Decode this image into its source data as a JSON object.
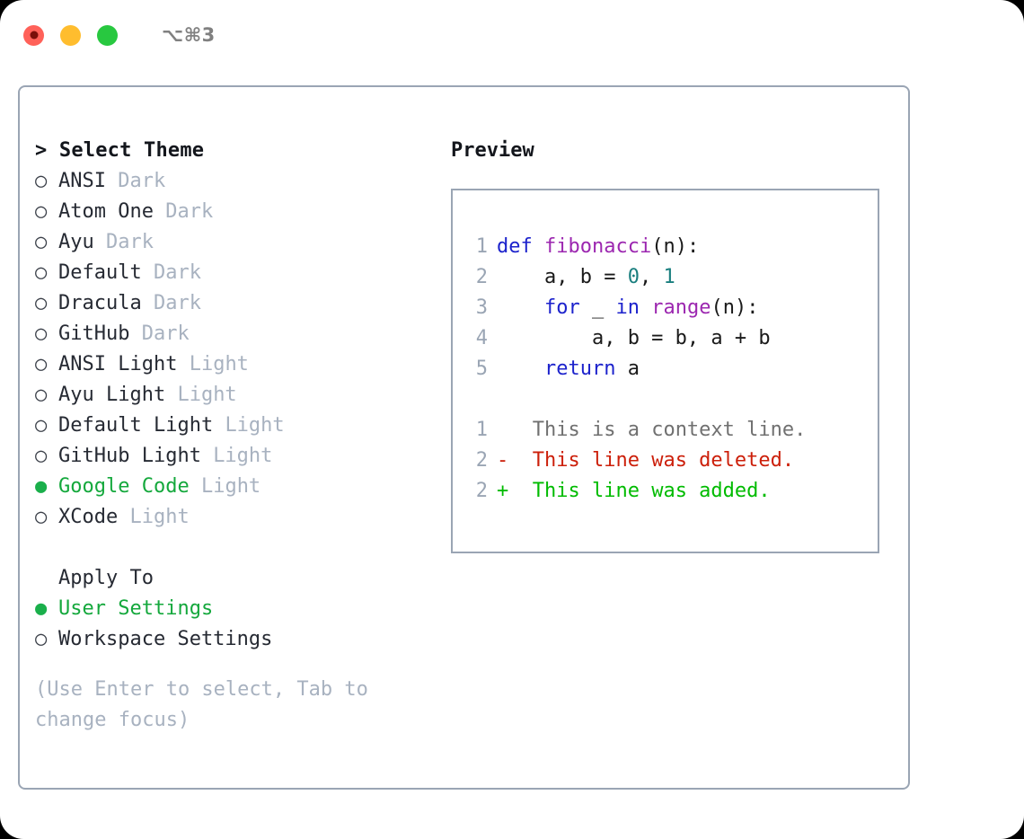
{
  "titlebar": {
    "shortcut": "⌥⌘3",
    "lights": [
      {
        "name": "close-button",
        "color": "#ff6159",
        "recording": true
      },
      {
        "name": "minimize-button",
        "color": "#ffbd2e",
        "recording": false
      },
      {
        "name": "maximize-button",
        "color": "#28c840",
        "recording": false
      }
    ]
  },
  "left": {
    "header_prompt": "> ",
    "header": "Select Theme",
    "bullet_empty": "○ ",
    "bullet_filled": "● ",
    "themes": [
      {
        "name": "ANSI",
        "kind": "Dark",
        "selected": false
      },
      {
        "name": "Atom One",
        "kind": "Dark",
        "selected": false
      },
      {
        "name": "Ayu",
        "kind": "Dark",
        "selected": false
      },
      {
        "name": "Default",
        "kind": "Dark",
        "selected": false
      },
      {
        "name": "Dracula",
        "kind": "Dark",
        "selected": false
      },
      {
        "name": "GitHub",
        "kind": "Dark",
        "selected": false
      },
      {
        "name": "ANSI Light",
        "kind": "Light",
        "selected": false
      },
      {
        "name": "Ayu Light",
        "kind": "Light",
        "selected": false
      },
      {
        "name": "Default Light",
        "kind": "Light",
        "selected": false
      },
      {
        "name": "GitHub Light",
        "kind": "Light",
        "selected": false
      },
      {
        "name": "Google Code",
        "kind": "Light",
        "selected": true
      },
      {
        "name": "XCode",
        "kind": "Light",
        "selected": false
      }
    ],
    "apply_to_title": "Apply To",
    "apply_options": [
      {
        "label": "User Settings",
        "selected": true
      },
      {
        "label": "Workspace Settings",
        "selected": false
      }
    ],
    "hint": "(Use Enter to select, Tab to change focus)"
  },
  "right": {
    "preview_title": "Preview",
    "code_lines": [
      {
        "num": "1",
        "tokens": [
          {
            "t": "def",
            "c": "kw"
          },
          {
            "t": " ",
            "c": "pln"
          },
          {
            "t": "fibonacci",
            "c": "fn"
          },
          {
            "t": "(n):",
            "c": "pln"
          }
        ]
      },
      {
        "num": "2",
        "tokens": [
          {
            "t": "    a, b = ",
            "c": "pln"
          },
          {
            "t": "0",
            "c": "num"
          },
          {
            "t": ", ",
            "c": "pln"
          },
          {
            "t": "1",
            "c": "num"
          }
        ]
      },
      {
        "num": "3",
        "tokens": [
          {
            "t": "    ",
            "c": "pln"
          },
          {
            "t": "for",
            "c": "kw"
          },
          {
            "t": " _ ",
            "c": "pln"
          },
          {
            "t": "in",
            "c": "kw"
          },
          {
            "t": " ",
            "c": "pln"
          },
          {
            "t": "range",
            "c": "fn"
          },
          {
            "t": "(n):",
            "c": "pln"
          }
        ]
      },
      {
        "num": "4",
        "tokens": [
          {
            "t": "        a, b = b, a + b",
            "c": "pln"
          }
        ]
      },
      {
        "num": "5",
        "tokens": [
          {
            "t": "    ",
            "c": "pln"
          },
          {
            "t": "return",
            "c": "kw"
          },
          {
            "t": " a",
            "c": "pln"
          }
        ]
      }
    ],
    "diff_lines": [
      {
        "num": "1",
        "sign": "  ",
        "text": "This is a context line.",
        "c": "ctx"
      },
      {
        "num": "2",
        "sign": "- ",
        "text": "This line was deleted.",
        "c": "del"
      },
      {
        "num": "2",
        "sign": "+ ",
        "text": "This line was added.",
        "c": "add"
      }
    ]
  },
  "colors": {
    "border": "#9aa5b4",
    "accent_green": "#14a83c",
    "muted": "#a8b2c0",
    "keyword": "#1c22cc",
    "function": "#9c27b0",
    "number": "#1a7f7f",
    "deleted": "#cc1f0a",
    "added": "#00bb00"
  }
}
